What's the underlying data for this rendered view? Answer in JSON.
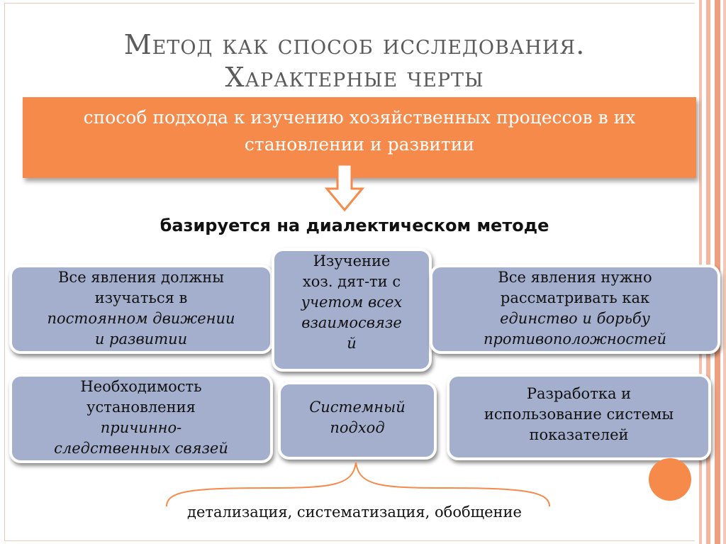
{
  "title_line1": "Метод как способ исследования.",
  "title_line2": "Характерные черты",
  "banner_text": "способ подхода к изучению хозяйственных процессов в их становлении и развитии",
  "subtitle": "базируется на диалектическом методе",
  "box1": {
    "line1": "Все явления должны",
    "line2": "изучаться в",
    "line3": "постоянном движении",
    "line4": "и развитии"
  },
  "box2": {
    "line1": "Изучение",
    "line2": "хоз. дят-ти с",
    "line3": "учетом всех",
    "line4": "взаимосвязе",
    "line5": "й"
  },
  "box3": {
    "line1": "Все явления нужно",
    "line2": "рассматривать как",
    "line3": "единство и борьбу",
    "line4": "противоположностей"
  },
  "box4": {
    "line1": "Необходимость",
    "line2": "установления",
    "line3": "причинно-",
    "line4": "следственных связей"
  },
  "box5": {
    "line1": "Системный",
    "line2": "подход"
  },
  "box6": {
    "line1": "Разработка и",
    "line2": "использование системы",
    "line3": "показателей"
  },
  "footer": "детализация, систематизация, обобщение",
  "colors": {
    "accent_orange": "#f58a4b",
    "box_fill": "#a3afcd",
    "title_gray": "#5b5b5b"
  }
}
